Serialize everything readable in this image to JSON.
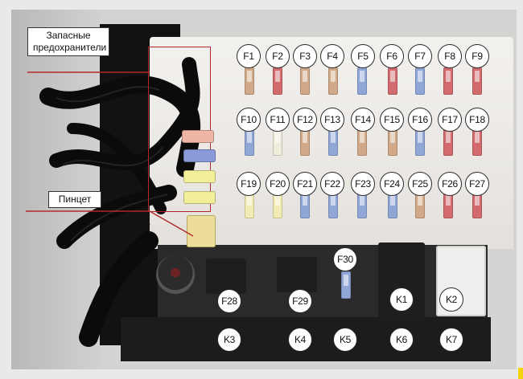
{
  "colors": {
    "leader_line": "#b0282b",
    "fuse_red": "#d36a6e",
    "fuse_blue": "#8fa6d6",
    "fuse_tan": "#d1a988",
    "fuse_clear": "#f0ecdc",
    "fuse_yellow": "#f2ecb4",
    "spare_pink": "#efb6a6",
    "spare_blue": "#8a9ad8",
    "spare_yellow": "#f2ef9a"
  },
  "callouts": {
    "spare_fuses": "Запасные предохранители",
    "tweezers": "Пинцет"
  },
  "fuse_labels": [
    "F1",
    "F2",
    "F3",
    "F4",
    "F5",
    "F6",
    "F7",
    "F8",
    "F9",
    "F10",
    "F11",
    "F12",
    "F13",
    "F14",
    "F15",
    "F16",
    "F17",
    "F18",
    "F19",
    "F20",
    "F21",
    "F22",
    "F23",
    "F24",
    "F25",
    "F26",
    "F27",
    "F28",
    "F29",
    "F30"
  ],
  "relay_labels": [
    "K1",
    "K2",
    "K3",
    "K4",
    "K5",
    "K6",
    "K7"
  ],
  "fuse_colors": {
    "row1": [
      "tan",
      "red",
      "tan",
      "tan",
      "blue",
      "red",
      "blue",
      "red",
      "red"
    ],
    "row2": [
      "blue",
      "clear",
      "tan",
      "blue",
      "tan",
      "tan",
      "blue",
      "red",
      "red"
    ],
    "row3": [
      "yellow",
      "yellow",
      "blue",
      "blue",
      "blue",
      "blue",
      "tan",
      "red",
      "red"
    ]
  },
  "spare_fuse_colors": [
    "spare_pink",
    "spare_blue",
    "spare_yellow",
    "spare_yellow"
  ]
}
